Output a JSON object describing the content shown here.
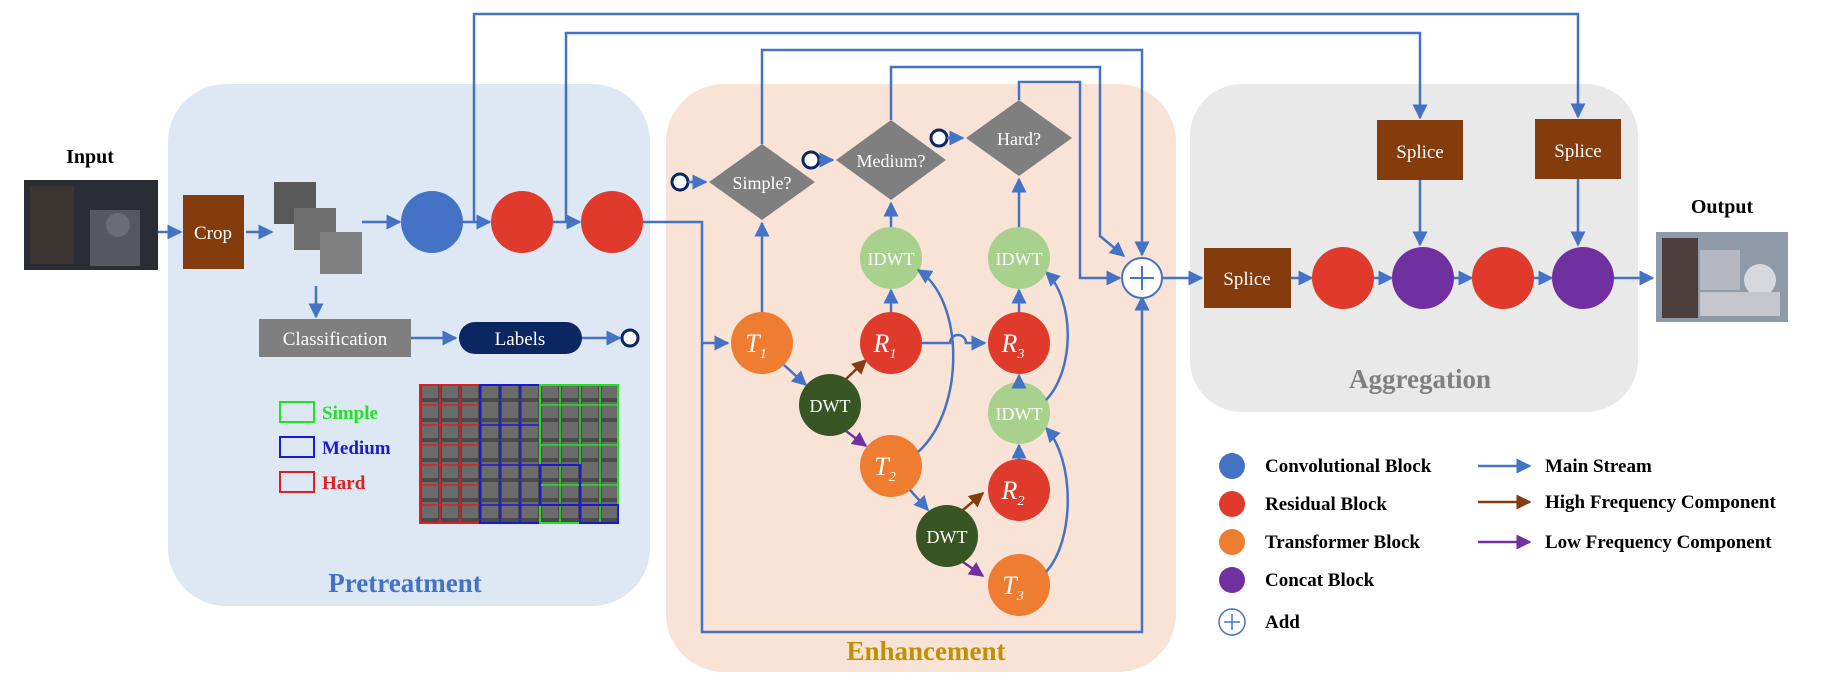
{
  "colors": {
    "pretreatment_bg": "#dde8f4",
    "enhancement_bg": "#f8e3d6",
    "aggregation_bg": "#e9e9e9",
    "convolutional": "#4472c4",
    "residual": "#e03a2c",
    "transformer": "#ee7d31",
    "concat": "#7030a0",
    "dwt": "#375623",
    "idwt": "#a9d18e",
    "splice": "#843c0c",
    "classification": "#7f7f7f",
    "labels_pill": "#0b2660",
    "decision": "#7f7f7f",
    "main_stream": "#4472c4",
    "high_freq": "#843c0c",
    "low_freq": "#7030a0",
    "pretreatment_title": "#4472c4",
    "enhancement_title": "#bf9000",
    "aggregation_title": "#808080",
    "simple": "#22e122",
    "medium": "#1a1ad6",
    "hard": "#e02020"
  },
  "input": {
    "label": "Input"
  },
  "output": {
    "label": "Output"
  },
  "pretreatment": {
    "title": "Pretreatment",
    "crop": "Crop",
    "classification": "Classification",
    "labels": "Labels",
    "legend": {
      "simple": "Simple",
      "medium": "Medium",
      "hard": "Hard"
    }
  },
  "enhancement": {
    "title": "Enhancement",
    "decisions": {
      "simple": "Simple?",
      "medium": "Medium?",
      "hard": "Hard?"
    },
    "nodes": {
      "t1": {
        "base": "T",
        "sub": "1"
      },
      "t2": {
        "base": "T",
        "sub": "2"
      },
      "t3": {
        "base": "T",
        "sub": "3"
      },
      "r1": {
        "base": "R",
        "sub": "1"
      },
      "r2": {
        "base": "R",
        "sub": "2"
      },
      "r3": {
        "base": "R",
        "sub": "3"
      },
      "dwt": "DWT",
      "idwt": "IDWT"
    }
  },
  "aggregation": {
    "title": "Aggregation",
    "splice": "Splice"
  },
  "legend": {
    "convolutional": "Convolutional Block",
    "residual": "Residual Block",
    "transformer": "Transformer Block",
    "concat": "Concat Block",
    "add": "Add",
    "main_stream": "Main Stream",
    "high_freq": "High Frequency Component",
    "low_freq": "Low Frequency Component"
  }
}
